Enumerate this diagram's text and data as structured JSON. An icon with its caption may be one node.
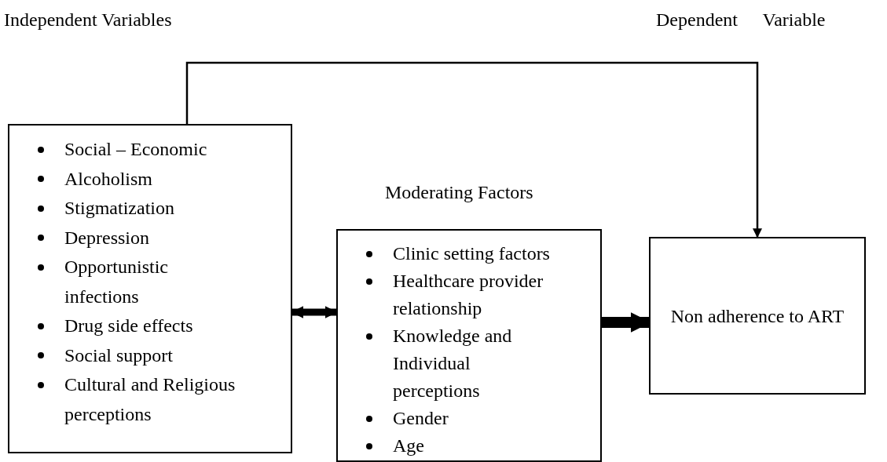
{
  "diagram": {
    "nodes": [
      {
        "text": [
          "Social – Economic",
          "Alcoholism",
          "Stigmatization",
          "Depression",
          "Opportunistic infections",
          "Drug side effects",
          "Social support",
          "Cultural and Religious perceptions"
        ]
      },
      {
        "text": [
          "Clinic setting factors",
          "Healthcare provider relationship",
          "Knowledge and Individual perceptions",
          "Gender",
          "Age"
        ]
      },
      {
        "text": [
          "Non adherence to ART"
        ]
      }
    ],
    "edges": [
      {
        "from": 0,
        "to": 2,
        "arrow": "to"
      },
      {
        "from": 0,
        "to": 1,
        "arrow": "both"
      },
      {
        "from": 1,
        "to": 2,
        "arrow": "to"
      }
    ],
    "labels": [
      "Independent Variables",
      "Dependent Variable",
      "Moderating Factors"
    ]
  }
}
